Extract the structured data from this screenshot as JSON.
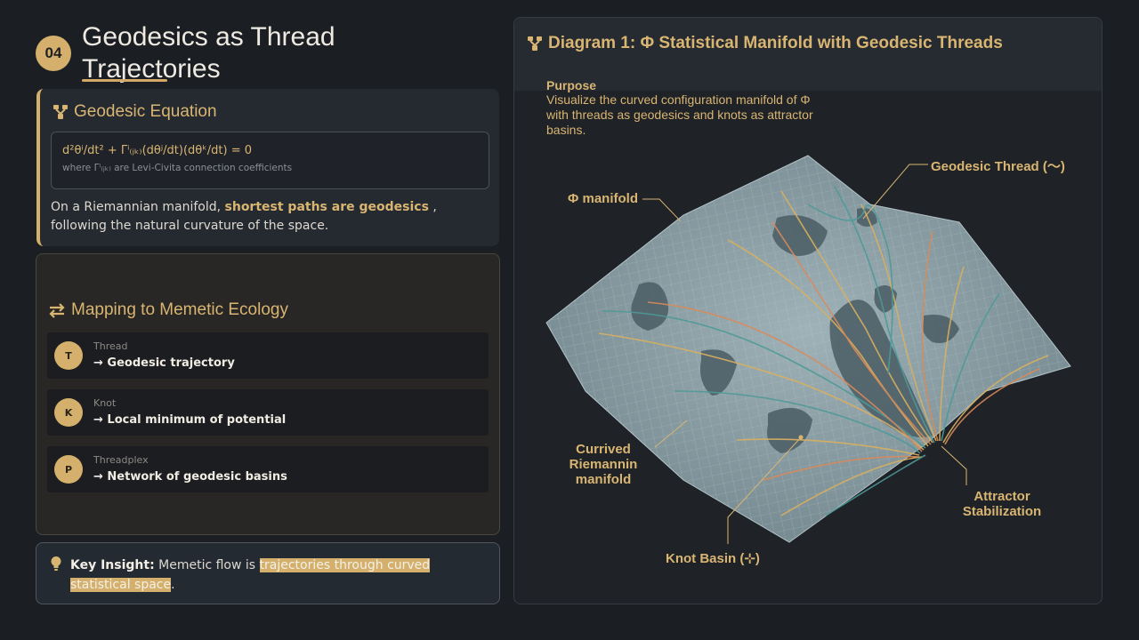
{
  "header": {
    "number": "04",
    "title": "Geodesics as Thread Trajectories"
  },
  "equation_panel": {
    "icon": "network-icon",
    "heading": "Geodesic Equation",
    "formula": "d²θⁱ/dt² + Γⁱ₍ⱼₖ₎(dθʲ/dt)(dθᵏ/dt) = 0",
    "formula_note": "where Γⁱ₍ⱼₖ₎ are Levi-Civita connection coefficients",
    "text_before": "On a Riemannian manifold, ",
    "text_highlight": "shortest paths are geodesics",
    "text_after": " , following the natural curvature of the space."
  },
  "mapping_panel": {
    "icon": "swap-arrows-icon",
    "heading": "Mapping to Memetic Ecology",
    "items": [
      {
        "letter": "T",
        "label": "Thread",
        "value": "→ Geodesic trajectory"
      },
      {
        "letter": "K",
        "label": "Knot",
        "value": "→ Local minimum of potential"
      },
      {
        "letter": "P",
        "label": "Threadplex",
        "value": "→ Network of geodesic basins"
      }
    ]
  },
  "insight": {
    "icon": "lightbulb-icon",
    "label": "Key Insight:",
    "text": " Memetic flow is ",
    "highlight": "trajectories through curved statistical space",
    "end": "."
  },
  "diagram": {
    "icon": "network-icon",
    "title": "Diagram 1: Φ Statistical Manifold with Geodesic Threads",
    "purpose_heading": "Purpose",
    "purpose_text": "Visualize the curved configuration manifold of Φ with threads as geodesics and knots as attractor basins.",
    "labels": {
      "manifold": "Φ manifold",
      "geodesic_thread": "Geodesic Thread (〜)",
      "curved_manifold": "Currived Riemannin manifold",
      "attractor": "Attractor Stabilization",
      "knot_basin": "Knot Basin (⊹)"
    },
    "colors": {
      "accent": "#d4b06c",
      "surface": "#8fa3aa",
      "thread_gold": "#d9b060",
      "thread_orange": "#d98a5a",
      "thread_teal": "#4d9a98"
    }
  }
}
